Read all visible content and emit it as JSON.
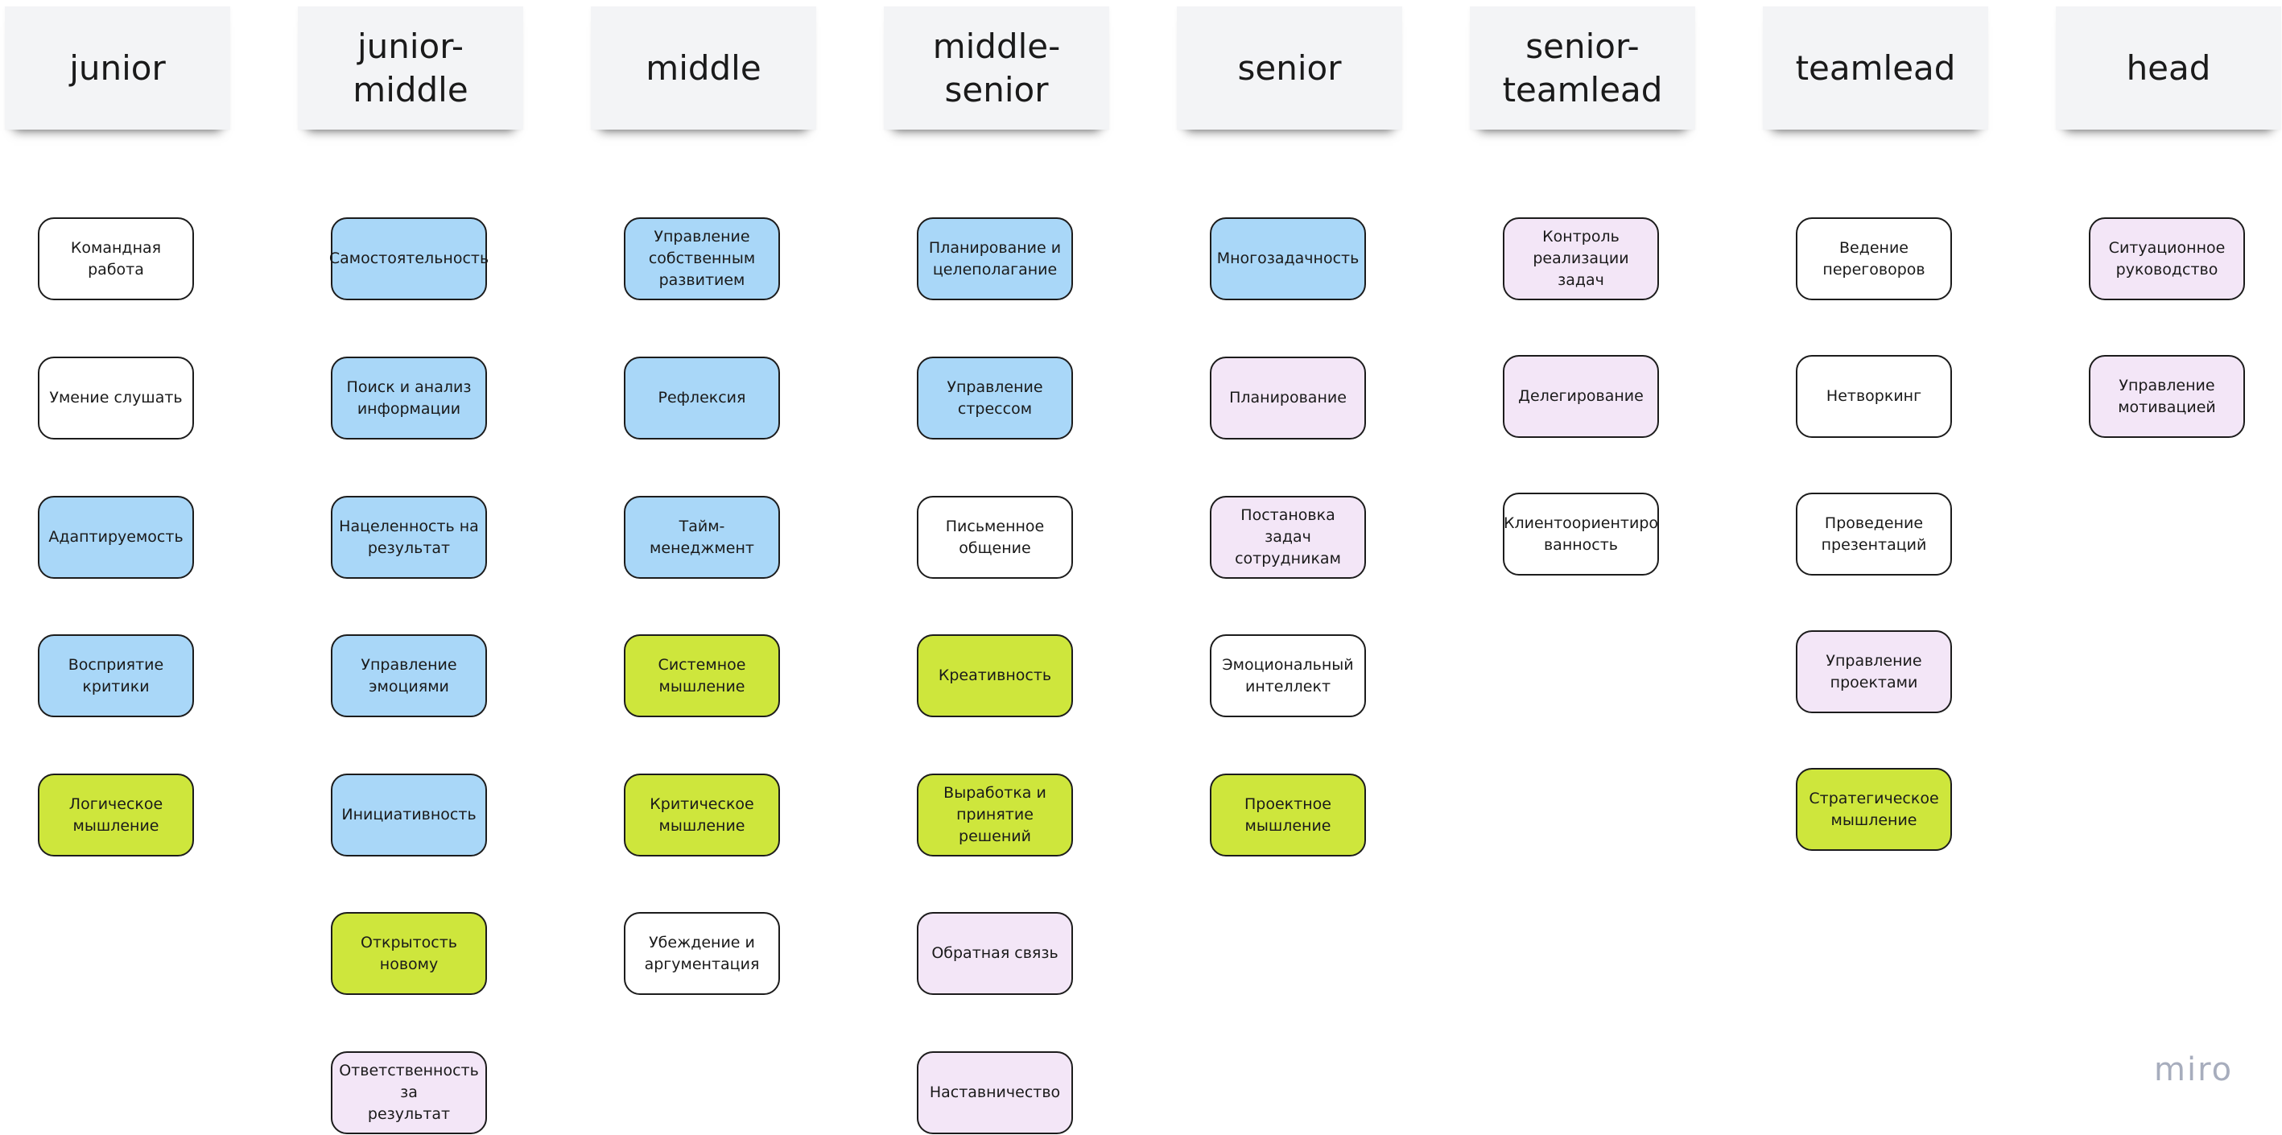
{
  "board": {
    "columns": [
      {
        "title": "junior",
        "cards": [
          {
            "label": "Командная работа",
            "color": "white"
          },
          {
            "label": "Умение слушать",
            "color": "white"
          },
          {
            "label": "Адаптируемость",
            "color": "blue"
          },
          {
            "label": "Восприятие\nкритики",
            "color": "blue"
          },
          {
            "label": "Логическое\nмышление",
            "color": "lime"
          }
        ]
      },
      {
        "title": "junior-\nmiddle",
        "cards": [
          {
            "label": "Самостоятельность",
            "color": "blue"
          },
          {
            "label": "Поиск и анализ\nинформации",
            "color": "blue"
          },
          {
            "label": "Нацеленность на\nрезультат",
            "color": "blue"
          },
          {
            "label": "Управление\nэмоциями",
            "color": "blue"
          },
          {
            "label": "Инициативность",
            "color": "blue"
          },
          {
            "label": "Открытость новому",
            "color": "lime"
          },
          {
            "label": "Ответственность за\nрезультат",
            "color": "purple"
          }
        ]
      },
      {
        "title": "middle",
        "cards": [
          {
            "label": "Управление\nсобственным\nразвитием",
            "color": "blue"
          },
          {
            "label": "Рефлексия",
            "color": "blue"
          },
          {
            "label": "Тайм-менеджмент",
            "color": "blue"
          },
          {
            "label": "Системное\nмышление",
            "color": "lime"
          },
          {
            "label": "Критическое\nмышление",
            "color": "lime"
          },
          {
            "label": "Убеждение и\nаргументация",
            "color": "white"
          }
        ]
      },
      {
        "title": "middle-\nsenior",
        "cards": [
          {
            "label": "Планирование и\nцелеполагание",
            "color": "blue"
          },
          {
            "label": "Управление\nстрессом",
            "color": "blue"
          },
          {
            "label": "Письменное\nобщение",
            "color": "white"
          },
          {
            "label": "Креативность",
            "color": "lime"
          },
          {
            "label": "Выработка и\nпринятие решений",
            "color": "lime"
          },
          {
            "label": "Обратная связь",
            "color": "purple"
          },
          {
            "label": "Наставничество",
            "color": "purple"
          }
        ]
      },
      {
        "title": "senior",
        "cards": [
          {
            "label": "Многозадачность",
            "color": "blue"
          },
          {
            "label": "Планирование",
            "color": "purple"
          },
          {
            "label": "Постановка задач\nсотрудникам",
            "color": "purple"
          },
          {
            "label": "Эмоциональный\nинтеллект",
            "color": "white"
          },
          {
            "label": "Проектное\nмышление",
            "color": "lime"
          }
        ]
      },
      {
        "title": "senior-\nteamlead",
        "cards": [
          {
            "label": "Контроль\nреализации задач",
            "color": "purple"
          },
          {
            "label": "Делегирование",
            "color": "purple"
          },
          {
            "label": "Клиентоориентиро\nванность",
            "color": "white"
          }
        ]
      },
      {
        "title": "teamlead",
        "cards": [
          {
            "label": "Ведение\nпереговоров",
            "color": "white"
          },
          {
            "label": "Нетворкинг",
            "color": "white"
          },
          {
            "label": "Проведение\nпрезентаций",
            "color": "white"
          },
          {
            "label": "Управление\nпроектами",
            "color": "purple"
          },
          {
            "label": "Стратегическое\nмышление",
            "color": "lime"
          }
        ]
      },
      {
        "title": "head",
        "cards": [
          {
            "label": "Ситуационное\nруководство",
            "color": "purple"
          },
          {
            "label": "Управление\nмотивацией",
            "color": "purple"
          }
        ]
      }
    ]
  },
  "logo": {
    "text": "miro"
  },
  "colors": {
    "white": "#ffffff",
    "blue": "#a9d7f8",
    "lime": "#cee63c",
    "purple": "#f3e6f7",
    "border": "#1c1c1c",
    "sticky": "#f3f4f6"
  }
}
